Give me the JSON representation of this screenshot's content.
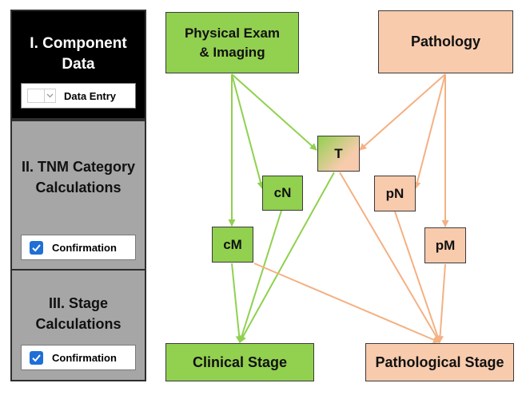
{
  "sidebar": {
    "panels": [
      {
        "title": "I. Component Data",
        "widget_label": "Data Entry"
      },
      {
        "title": "II. TNM Category Calculations",
        "widget_label": "Confirmation"
      },
      {
        "title": "III. Stage Calculations",
        "widget_label": "Confirmation"
      }
    ]
  },
  "diagram": {
    "nodes": {
      "physical_exam": "Physical Exam & Imaging",
      "pathology": "Pathology",
      "t": "T",
      "cn": "cN",
      "pn": "pN",
      "cm": "cM",
      "pm": "pM",
      "clinical_stage": "Clinical Stage",
      "pathological_stage": "Pathological Stage"
    }
  },
  "colors": {
    "green_node": "#92d050",
    "peach_node": "#f8cbad",
    "green_arrow": "#8fd14f",
    "peach_arrow": "#f4b183",
    "checkbox": "#1f6fd6",
    "panel_dark": "#000000",
    "panel_gray": "#a6a6a6"
  }
}
